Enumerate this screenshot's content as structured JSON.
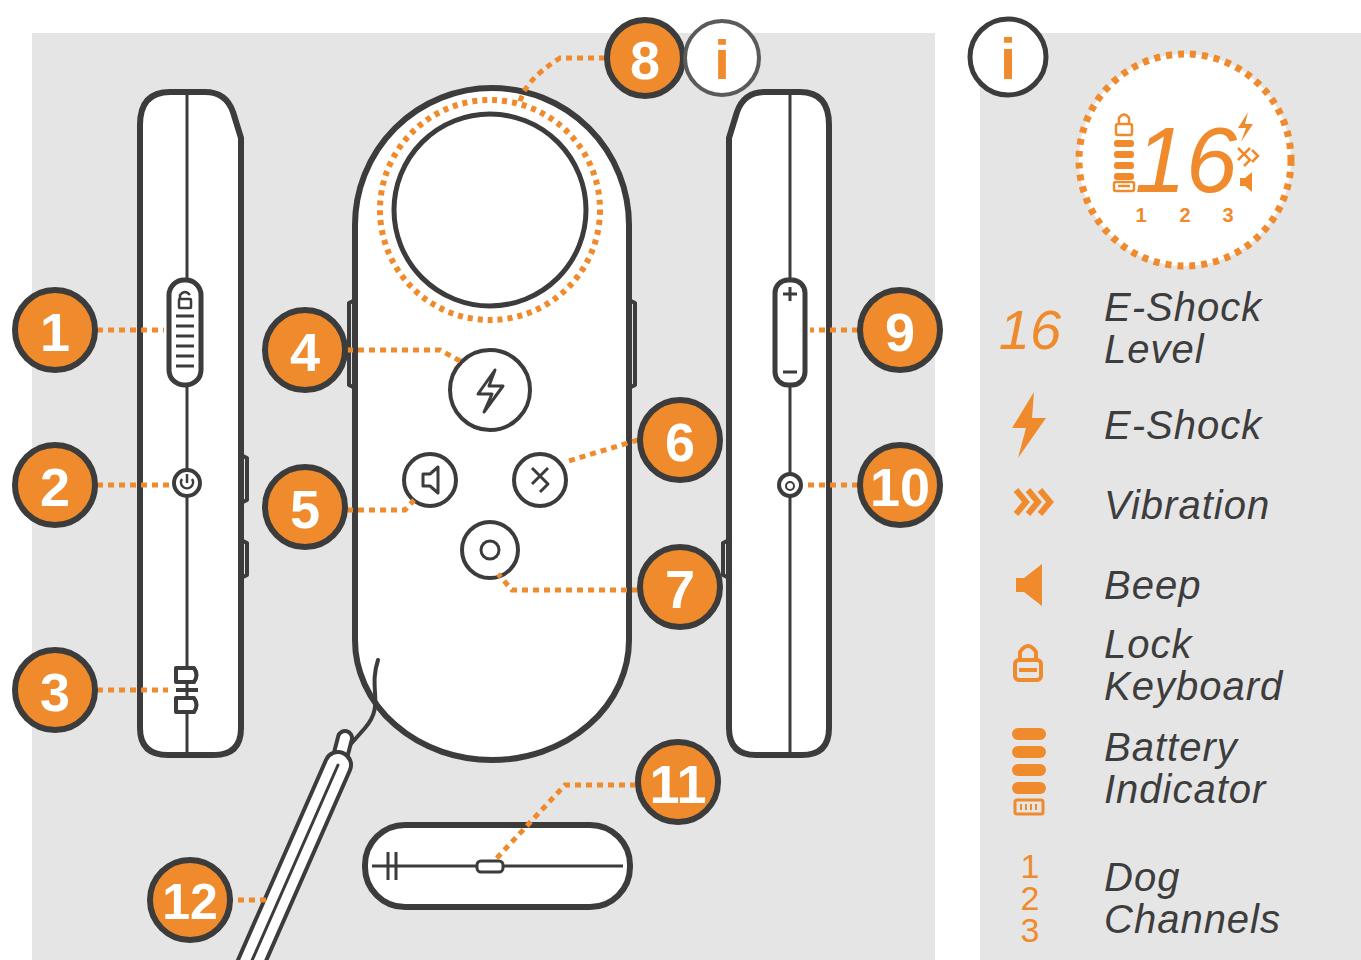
{
  "diagram": {
    "labels": [
      "1",
      "2",
      "3",
      "4",
      "5",
      "6",
      "7",
      "8",
      "9",
      "10",
      "11",
      "12",
      "i",
      "i",
      "16",
      "1",
      "2",
      "3",
      "16",
      "1",
      "2",
      "3"
    ],
    "legend": [
      {
        "text": "E-Shock Level"
      },
      {
        "text": "E-Shock"
      },
      {
        "text": "Vibration"
      },
      {
        "text": "Beep"
      },
      {
        "text": "Lock Keyboard"
      },
      {
        "text": "Battery Indicator"
      },
      {
        "text": "Dog Channels"
      }
    ]
  }
}
